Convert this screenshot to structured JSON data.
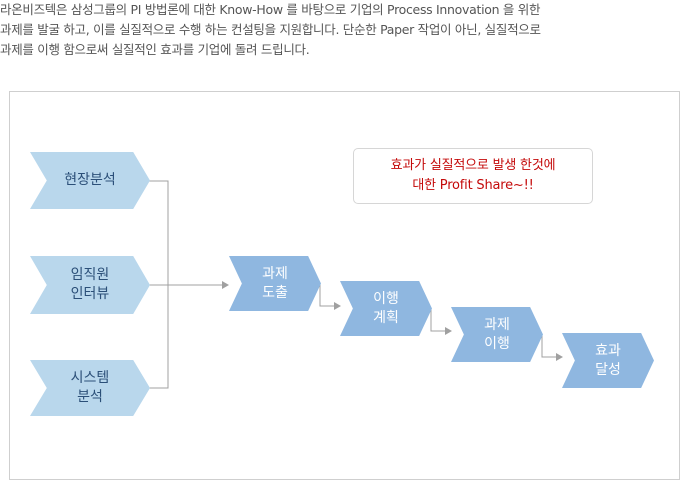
{
  "intro": {
    "lines": [
      "라온비즈텍은 삼성그룹의 PI 방법론에 대한 Know-How 를 바탕으로 기업의 Process Innovation 을 위한",
      "과제를 발굴 하고, 이를 실질적으로 수행 하는 컨설팅을 지원합니다. 단순한 Paper 작업이 아닌, 실질적으로",
      "과제를 이행 함으로써 실질적인 효과를 기업에 돌려 드립니다."
    ]
  },
  "diagram": {
    "inputs": [
      "현장분석",
      "임직원\n인터뷰",
      "시스템\n분석"
    ],
    "steps": [
      "과제\n도출",
      "이행\n계획",
      "과제\n이행",
      "효과\n달성"
    ],
    "note": {
      "line1": "효과가 실질적으로 발생 한것에",
      "line2": "대한 Profit Share~!!"
    },
    "colors": {
      "input_fill": "#b9d7ec",
      "input_text": "#2b4f78",
      "step_fill": "#8fb7e0",
      "step_text": "#ffffff",
      "note_text": "#c40a0a",
      "connector": "#a0a0a0"
    }
  }
}
